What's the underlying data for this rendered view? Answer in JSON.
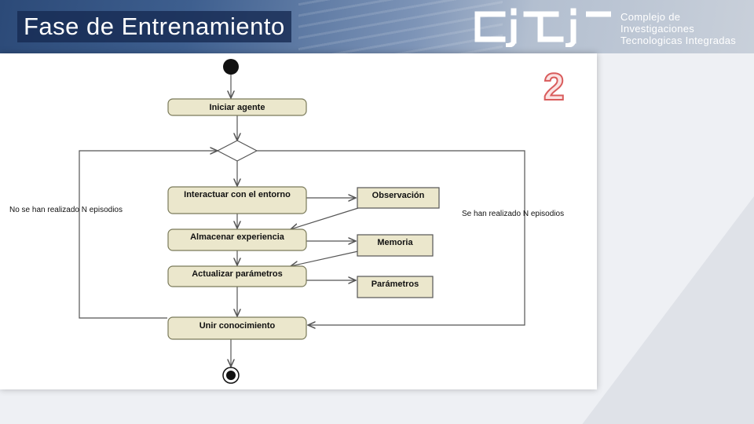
{
  "slide": {
    "title": "Fase de Entrenamiento",
    "number": "2"
  },
  "logo": {
    "word": "cjtj",
    "lines": [
      "Complejo de",
      "Investigaciones",
      "Tecnologicas Integradas"
    ]
  },
  "diagram": {
    "actions": {
      "iniciar": "Iniciar agente",
      "interactuar": "Interactuar con el entorno",
      "almacenar": "Almacenar experiencia",
      "actualizar": "Actualizar parámetros",
      "unir": "Unir conocimiento"
    },
    "objects": {
      "observacion": "Observación",
      "memoria": "Memoria",
      "parametros": "Parámetros"
    },
    "guards": {
      "left": "No se han realizado N episodios",
      "right": "Se han realizado N episodios"
    }
  },
  "colors": {
    "node_fill": "#ebe7cc",
    "node_stroke": "#7a7a5a",
    "edge": "#555555",
    "badge": "#d95c5c"
  }
}
